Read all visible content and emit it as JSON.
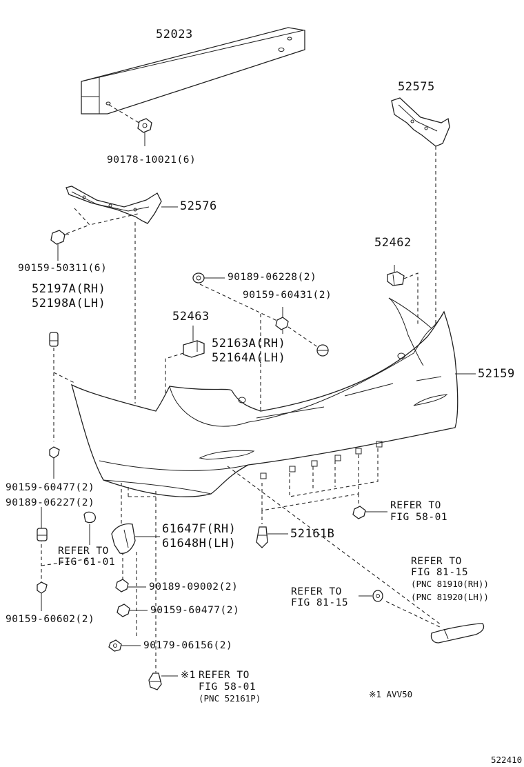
{
  "parts": {
    "p52023": "52023",
    "p90178": "90178-10021(6)",
    "p52575": "52575",
    "p52576": "52576",
    "p90159_50311": "90159-50311(6)",
    "p52197": "52197A(RH)",
    "p52198": "52198A(LH)",
    "p52462": "52462",
    "p90189_06228": "90189-06228(2)",
    "p90159_60431": "90159-60431(2)",
    "p52463": "52463",
    "p52163": "52163A(RH)",
    "p52164": "52164A(LH)",
    "p52159": "52159",
    "p90159_60477a": "90159-60477(2)",
    "p90189_06227": "90189-06227(2)",
    "p61647": "61647F(RH)",
    "p61648": "61648H(LH)",
    "p52161b": "52161B",
    "p90189_09002": "90189-09002(2)",
    "p90159_60477b": "90159-60477(2)",
    "p90159_60602": "90159-60602(2)",
    "p90179_06156": "90179-06156(2)"
  },
  "refs": {
    "r1_a": "REFER TO",
    "r1_b": "FIG 58-01",
    "r2_a": "REFER TO",
    "r2_b": "FIG 61-01",
    "r3_a": "REFER TO",
    "r3_b": "FIG 81-15",
    "r3_c": "(PNC 81910(RH))",
    "r3_d": "(PNC 81920(LH))",
    "r4_a": "REFER TO",
    "r4_b": "FIG 81-15",
    "r5_mark": "※1",
    "r5_a": "REFER TO",
    "r5_b": "FIG 58-01",
    "r5_c": "(PNC 52161P)"
  },
  "footnote": "※1  AVV50",
  "figure_id": "522410"
}
